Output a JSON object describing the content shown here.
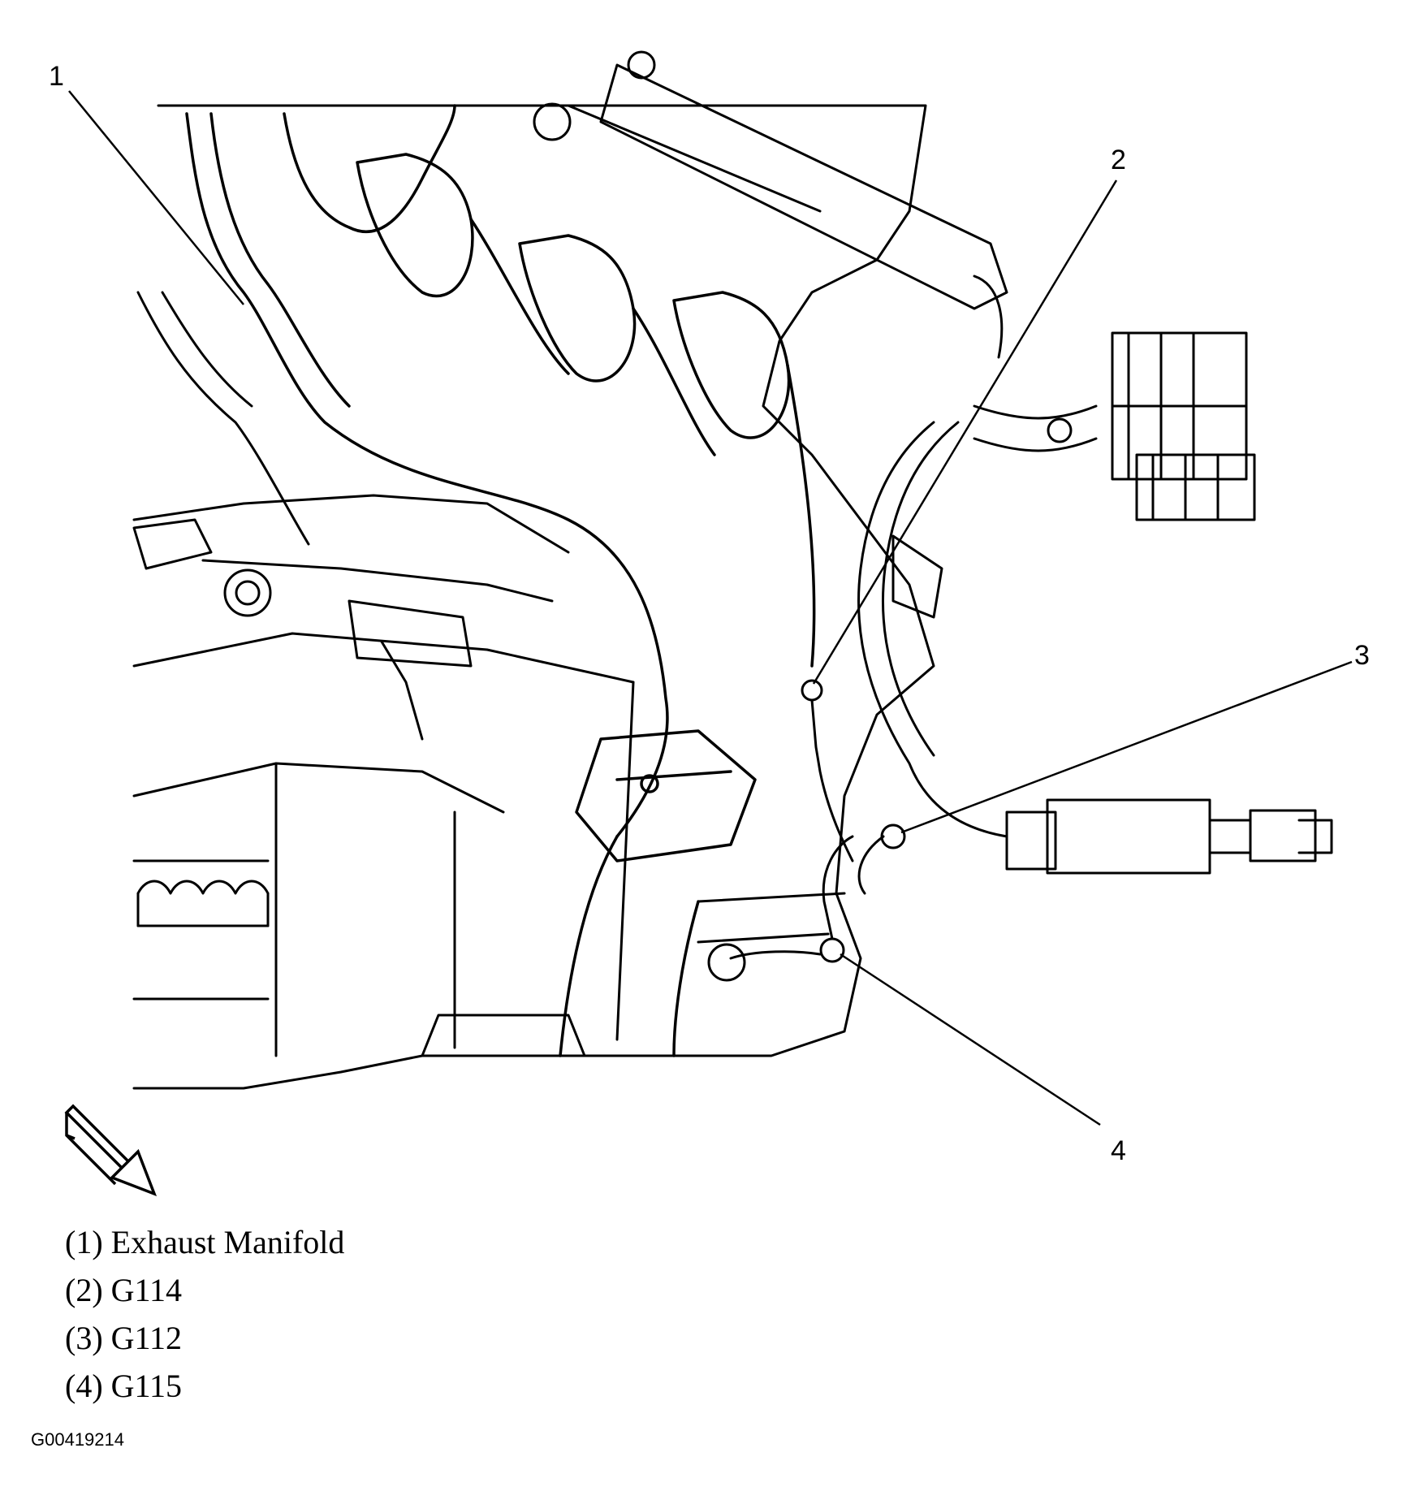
{
  "callouts": [
    {
      "number": "1",
      "label": "Exhaust Manifold"
    },
    {
      "number": "2",
      "label": "G114"
    },
    {
      "number": "3",
      "label": "G112"
    },
    {
      "number": "4",
      "label": "G115"
    }
  ],
  "legend": [
    {
      "key": "(1)",
      "text": "Exhaust Manifold"
    },
    {
      "key": "(2)",
      "text": "G114"
    },
    {
      "key": "(3)",
      "text": "G112"
    },
    {
      "key": "(4)",
      "text": "G115"
    }
  ],
  "figure_id": "G00419214",
  "icons": {
    "view_arrow": "direction-arrow-icon"
  }
}
